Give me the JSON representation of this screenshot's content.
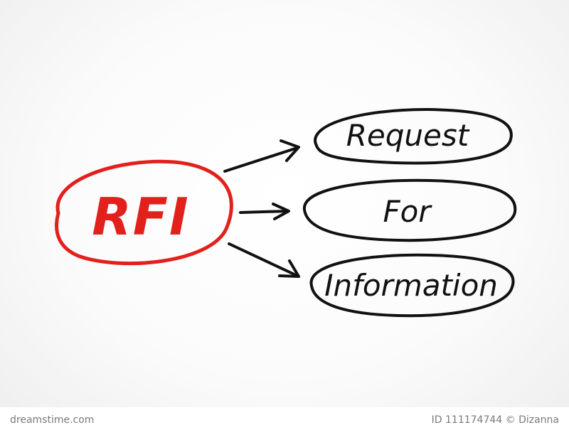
{
  "diagram": {
    "main_label": "RFI",
    "items": [
      {
        "label": "Request"
      },
      {
        "label": "For"
      },
      {
        "label": "Information"
      }
    ]
  },
  "watermark": {
    "left": "dreamstime.com",
    "right": "ID 111174744 © Dizanna"
  },
  "colors": {
    "accent_red": "#e2201c",
    "ink": "#111111",
    "watermark_grey": "#7a7a7a"
  }
}
